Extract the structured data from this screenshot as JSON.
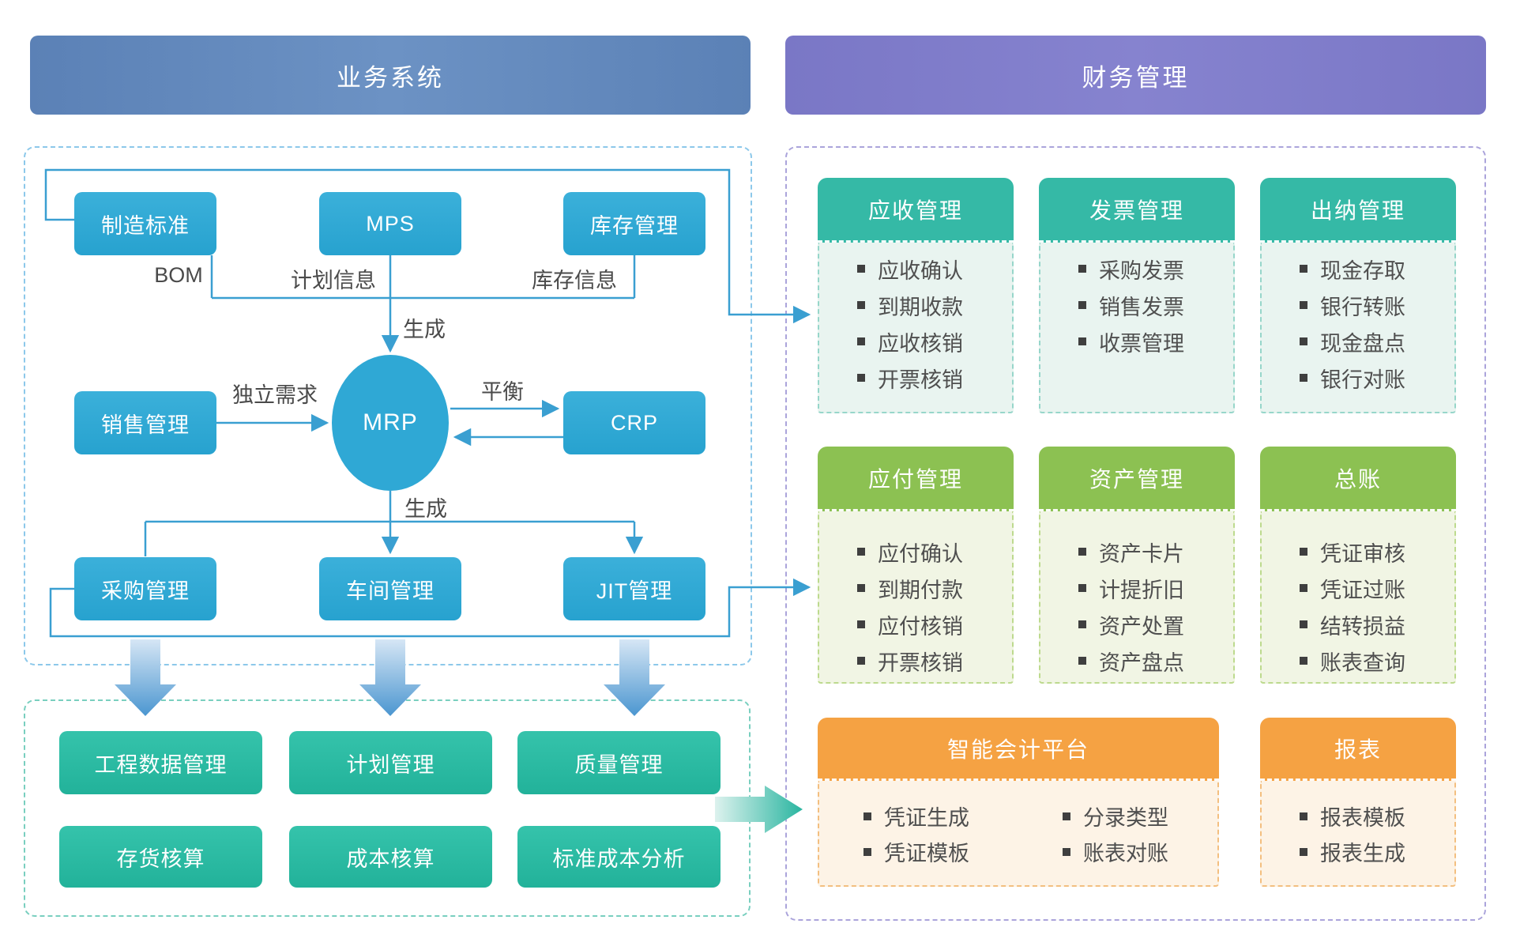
{
  "colors": {
    "left_header_bg": "#5B81B6",
    "right_header_bg": "#7A77C6",
    "process_node_blue": "#2FA8D5",
    "module_node_teal": "#2CBCA4",
    "card_teal_header": "#35B9A6",
    "card_green_header": "#8CC152",
    "card_orange_header": "#F5A243",
    "connector_blue": "#3A9FD1"
  },
  "left": {
    "header": "业务系统",
    "nodes": {
      "mfg": "制造标准",
      "mps": "MPS",
      "inventory": "库存管理",
      "sales": "销售管理",
      "mrp": "MRP",
      "crp": "CRP",
      "purchase": "采购管理",
      "workshop": "车间管理",
      "jit": "JIT管理"
    },
    "labels": {
      "bom": "BOM",
      "plan_info": "计划信息",
      "inventory_info": "库存信息",
      "generate_top": "生成",
      "generate_bottom": "生成",
      "independent_demand": "独立需求",
      "balance": "平衡"
    },
    "modules": [
      "工程数据管理",
      "计划管理",
      "质量管理",
      "存货核算",
      "成本核算",
      "标准成本分析"
    ]
  },
  "right": {
    "header": "财务管理",
    "cards": [
      {
        "title": "应收管理",
        "items": [
          "应收确认",
          "到期收款",
          "应收核销",
          "开票核销"
        ]
      },
      {
        "title": "发票管理",
        "items": [
          "采购发票",
          "销售发票",
          "收票管理"
        ]
      },
      {
        "title": "出纳管理",
        "items": [
          "现金存取",
          "银行转账",
          "现金盘点",
          "银行对账"
        ]
      },
      {
        "title": "应付管理",
        "items": [
          "应付确认",
          "到期付款",
          "应付核销",
          "开票核销"
        ]
      },
      {
        "title": "资产管理",
        "items": [
          "资产卡片",
          "计提折旧",
          "资产处置",
          "资产盘点"
        ]
      },
      {
        "title": "总账",
        "items": [
          "凭证审核",
          "凭证过账",
          "结转损益",
          "账表查询"
        ]
      },
      {
        "title": "智能会计平台",
        "col1": [
          "凭证生成",
          "凭证模板"
        ],
        "col2": [
          "分录类型",
          "账表对账"
        ]
      },
      {
        "title": "报表",
        "items": [
          "报表模板",
          "报表生成"
        ]
      }
    ]
  }
}
